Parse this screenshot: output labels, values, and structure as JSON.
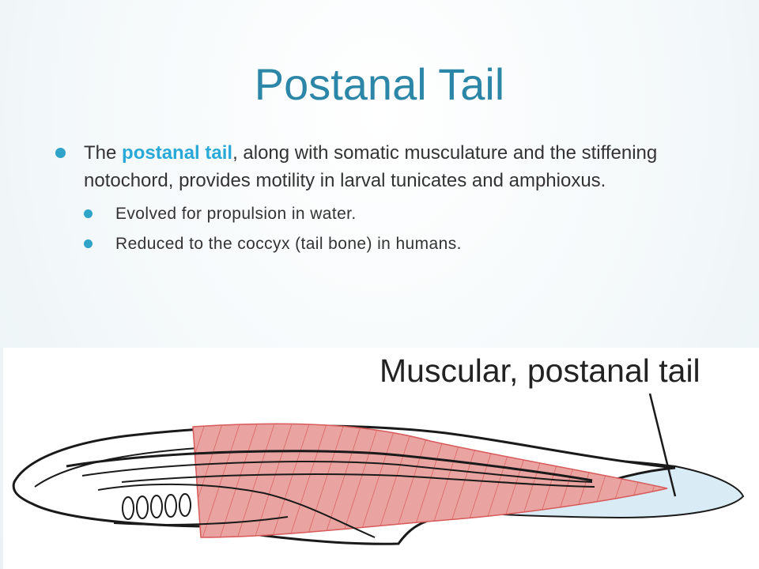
{
  "slide": {
    "title": "Postanal Tail",
    "bullet": {
      "text_before": "The ",
      "highlight": "postanal tail",
      "text_after": ", along with somatic musculature and the stiffening notochord, provides motility in larval tunicates and amphioxus."
    },
    "sub_bullets": [
      {
        "text": "Evolved for propulsion in water."
      },
      {
        "text": "Reduced to the coccyx (tail bone) in humans."
      }
    ]
  },
  "figure": {
    "label": "Muscular, postanal tail",
    "colors": {
      "muscle": "#e9a3a0",
      "muscle_line": "#d85a5a",
      "tail_fill": "#d9ecf6",
      "outline": "#1a1a1a"
    }
  },
  "theme": {
    "title_color": "#2c86a7",
    "accent_color": "#2fa3c8",
    "highlight_color": "#29a9d8"
  }
}
